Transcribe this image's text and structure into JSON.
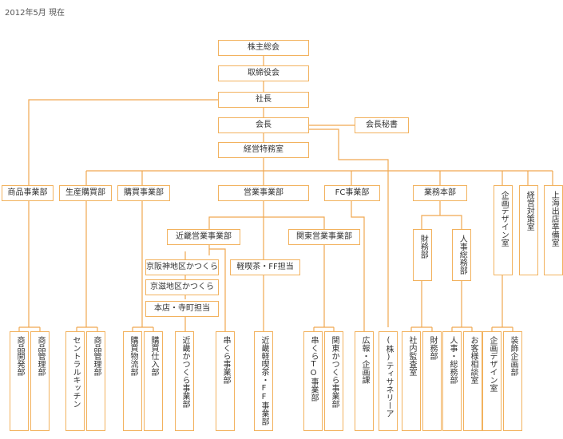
{
  "header": {
    "date_text": "2012年5月 現在"
  },
  "colors": {
    "line": "#f0a850",
    "border": "#f2b25e",
    "text": "#333333"
  },
  "org": {
    "shareholders_meeting": "株主総会",
    "board": "取締役会",
    "president": "社長",
    "chairman": "会長",
    "chairman_secretary": "会長秘書",
    "management_office": "経営特務室",
    "divisions": {
      "products": "商品事業部",
      "purchasing_production": "生産購買部",
      "purchasing": "購買事業部",
      "sales": "営業事業部",
      "fc": "FC事業部",
      "business_hq": "業務本部",
      "planning_design": "企画デザイン室",
      "management_planning": "経営対策室",
      "shanghai_prep": "上海出店準備室"
    },
    "sales_units": {
      "kinki": "近畿営業事業部",
      "kanto": "関東営業事業部",
      "keikissa": "軽喫茶・FF担当",
      "keihanshin": "京阪神地区かつくら",
      "keiji": "京滋地区かつくら",
      "honten": "本店・寺町担当"
    },
    "hq_units": {
      "finance": "財務部",
      "hr_general": "人事総務部"
    },
    "bottom": [
      "商品開発部",
      "商品管理部",
      "セントラルキッチン",
      "商品管理部",
      "購買物流部",
      "購買仕入部",
      "近畿かつくら事業部",
      "串くら事業部",
      "近畿軽喫茶・FF事業部",
      "串くらTO事業部",
      "関東かつくら事業部",
      "広報・企画課",
      "(株)ティサネリーア",
      "社内監査室",
      "財務部",
      "人事・総務部",
      "お客様相談室",
      "企画デザイン室",
      "装飾企画部"
    ]
  }
}
